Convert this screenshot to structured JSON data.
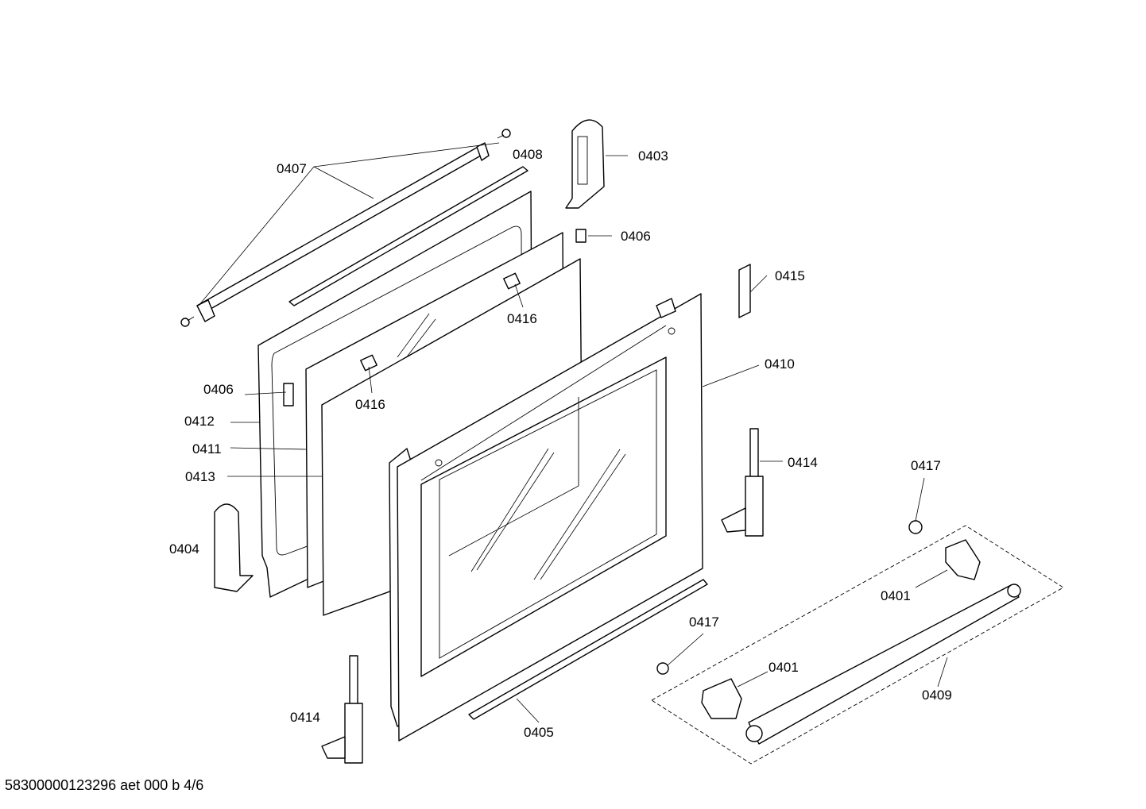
{
  "document_code": "58300000123296 aet 000 b 4/6",
  "callouts": {
    "p0401a": "0401",
    "p0401b": "0401",
    "p0403": "0403",
    "p0404": "0404",
    "p0405": "0405",
    "p0406a": "0406",
    "p0406b": "0406",
    "p0407": "0407",
    "p0408": "0408",
    "p0409": "0409",
    "p0410": "0410",
    "p0411": "0411",
    "p0412": "0412",
    "p0413": "0413",
    "p0414a": "0414",
    "p0414b": "0414",
    "p0415": "0415",
    "p0416a": "0416",
    "p0416b": "0416",
    "p0417a": "0417",
    "p0417b": "0417"
  }
}
